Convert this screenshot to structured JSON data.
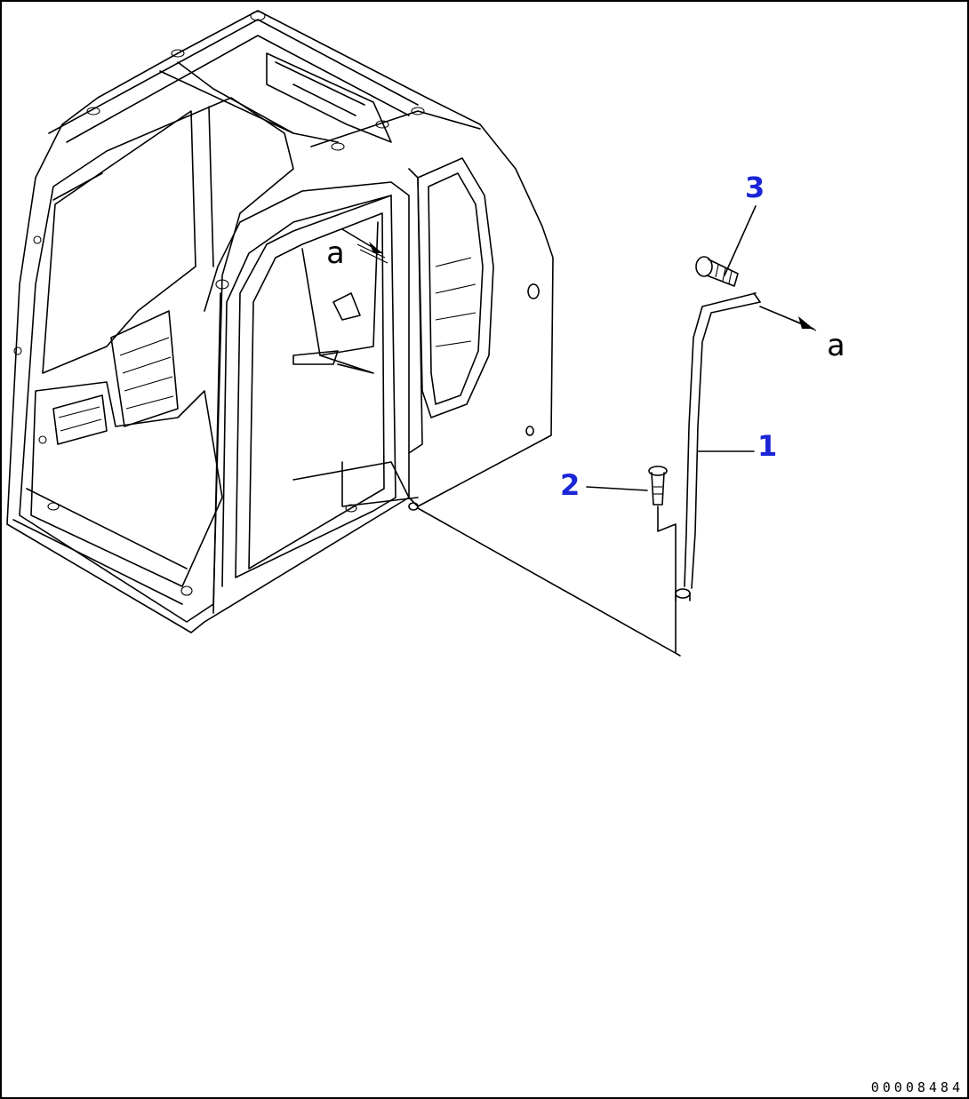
{
  "diagram": {
    "parts": [
      {
        "number": "1"
      },
      {
        "number": "2"
      },
      {
        "number": "3"
      }
    ],
    "view_references": [
      {
        "letter": "a"
      },
      {
        "letter": "a"
      }
    ],
    "document_number": "00008484",
    "callout_color": "#1a25d6"
  }
}
